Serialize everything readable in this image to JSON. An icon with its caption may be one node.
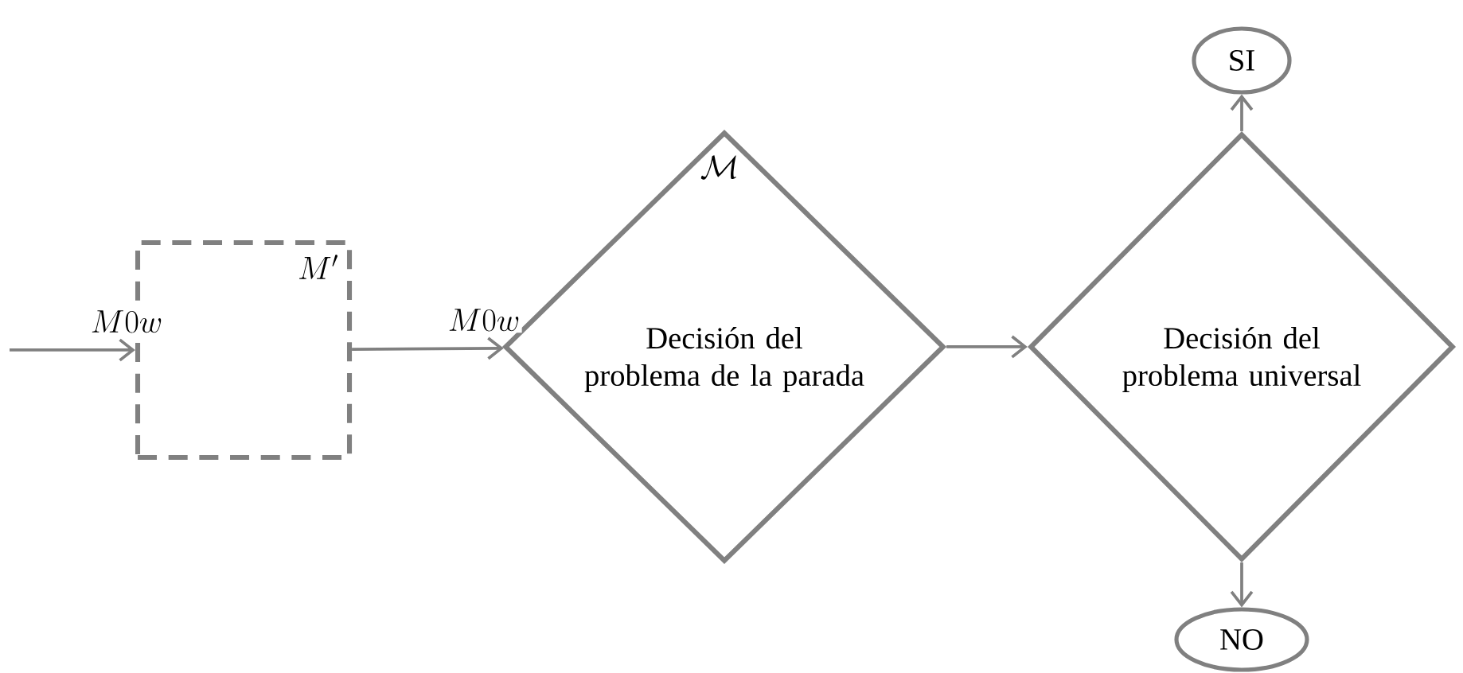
{
  "diagram": {
    "nodes": [
      {
        "text": [
          "M'"
        ]
      },
      {
        "text": [
          "\\mathcal{M}",
          "Decisión del problema de la parada"
        ]
      },
      {
        "text": [
          "Decisión del problema universal"
        ]
      },
      {
        "text": [
          "SI"
        ]
      },
      {
        "text": [
          "NO"
        ]
      }
    ],
    "edges": [
      {
        "from": null,
        "to": 0,
        "arrow": "to",
        "label": "M0w"
      },
      {
        "from": 0,
        "to": 1,
        "arrow": "to",
        "label": "M0w"
      },
      {
        "from": 1,
        "to": 2,
        "arrow": "to"
      },
      {
        "from": 2,
        "to": 3,
        "arrow": "to"
      },
      {
        "from": 2,
        "to": 4,
        "arrow": "to"
      }
    ]
  }
}
